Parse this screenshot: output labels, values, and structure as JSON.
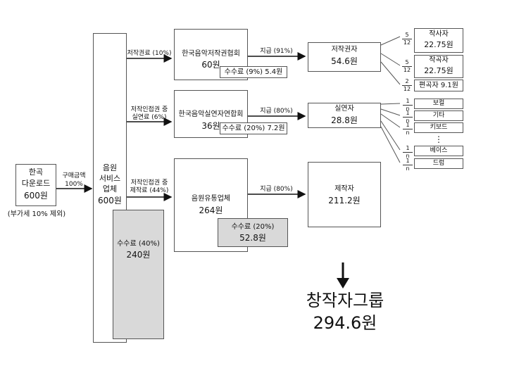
{
  "source": {
    "line1": "한곡",
    "line2": "다운로드",
    "price": "600원",
    "note": "(부가세 10% 제외)"
  },
  "purchase_label": {
    "line1": "구매금액",
    "line2": "100%"
  },
  "service": {
    "line1": "음원",
    "line2": "서비스",
    "line3": "업체",
    "amount": "600원",
    "fee_label": "수수료 (40%)",
    "fee_amount": "240원"
  },
  "branch1": {
    "label": "저작권료 (10%)",
    "org": "한국음악저작권협회",
    "amount": "60원",
    "fee": "수수료 (9%) 5.4원",
    "pay": "지급 (91%)",
    "recipient": "저작권자",
    "recipient_amount": "54.6원"
  },
  "branch2": {
    "label_line1": "저작인접권 중",
    "label_line2": "실연료 (6%)",
    "org": "한국음악실연자연합회",
    "amount": "36원",
    "fee": "수수료 (20%) 7.2원",
    "pay": "지급 (80%)",
    "recipient": "실연자",
    "recipient_amount": "28.8원"
  },
  "branch3": {
    "label_line1": "저작인접권 중",
    "label_line2": "제작료 (44%)",
    "org": "음원유통업체",
    "amount": "264원",
    "fee_label": "수수료 (20%)",
    "fee_amount": "52.8원",
    "pay": "지급 (80%)",
    "recipient": "제작자",
    "recipient_amount": "211.2원"
  },
  "authors": [
    {
      "num": "5",
      "den": "12",
      "name": "작사자",
      "amount": "22.75원"
    },
    {
      "num": "5",
      "den": "12",
      "name": "작곡자",
      "amount": "22.75원"
    },
    {
      "num": "2",
      "den": "12",
      "name": "편곡자 9.1원"
    }
  ],
  "performers": [
    {
      "num": "1",
      "den": "n",
      "name": "보컬"
    },
    {
      "num": "1",
      "den": "n",
      "name": "기타"
    },
    {
      "num": "1",
      "den": "n",
      "name": "키보드"
    },
    {
      "num": "1",
      "den": "n",
      "name": "베이스"
    },
    {
      "num": "1",
      "den": "n",
      "name": "드럼"
    }
  ],
  "ellipsis": "⋮",
  "creator_group": {
    "title": "창작자그룹",
    "amount": "294.6원"
  }
}
